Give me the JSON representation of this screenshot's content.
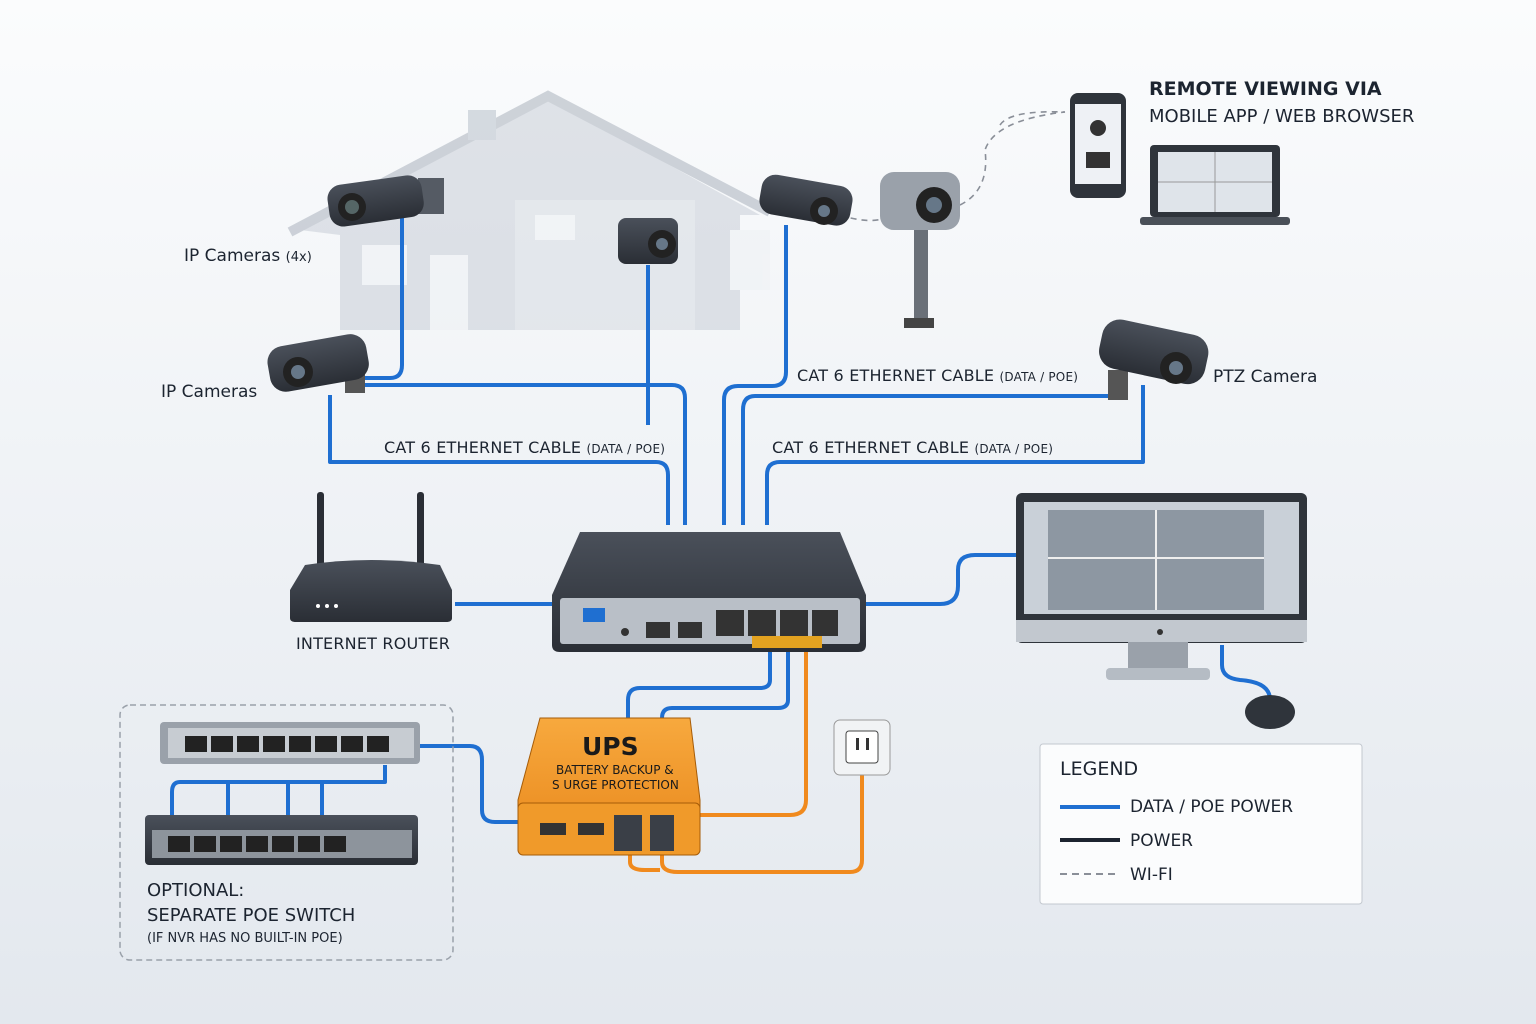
{
  "labels": {
    "ip_cameras_4x": "IP Cameras",
    "ip_cameras_4x_count": "(4x)",
    "ip_cameras": "IP Cameras",
    "ptz_camera": "PTZ Camera",
    "cable_left": {
      "main": "CAT 6 ETHERNET CABLE",
      "sub": "(DATA / POE)"
    },
    "cable_right_top": {
      "main": "CAT 6 ETHERNET CABLE",
      "sub": "(DATA / POE)"
    },
    "cable_right": {
      "main": "CAT 6 ETHERNET CABLE",
      "sub": "(DATA / POE)"
    },
    "internet_router": "INTERNET ROUTER",
    "remote_title": "REMOTE VIEWING VIA",
    "remote_sub": "MOBILE APP / WEB BROWSER",
    "ups_title": "UPS",
    "ups_line1": "BATTERY BACKUP &",
    "ups_line2": "S URGE PROTECTION",
    "optional_title": "OPTIONAL:",
    "optional_sub": "SEPARATE POE SWITCH",
    "optional_note": "(IF NVR HAS NO BUILT-IN POE)"
  },
  "legend": {
    "title": "LEGEND",
    "items": [
      {
        "label": "DATA / POE POWER",
        "style": "solid",
        "color": "#1f6fd1"
      },
      {
        "label": "POWER",
        "style": "solid",
        "color": "#1c2430"
      },
      {
        "label": "WI-FI",
        "style": "dashed",
        "color": "#8a8f98"
      }
    ]
  },
  "colors": {
    "data": "#1f6fd1",
    "power": "#f08a1e",
    "ups": "#f29a2e",
    "device": "#3a3f47"
  }
}
